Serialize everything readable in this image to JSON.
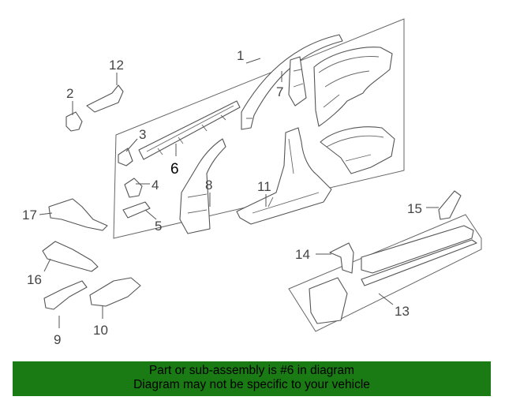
{
  "diagram": {
    "callouts": [
      "1",
      "2",
      "3",
      "4",
      "5",
      "6",
      "7",
      "8",
      "9",
      "10",
      "11",
      "12",
      "13",
      "14",
      "15",
      "16",
      "17"
    ],
    "highlighted_callout": "6",
    "highlight_color": "#1a7a14"
  },
  "banner": {
    "line1": "Part or sub-assembly is #6 in diagram",
    "line2": "Diagram may not be specific to your vehicle",
    "background": "#1a7a14"
  }
}
